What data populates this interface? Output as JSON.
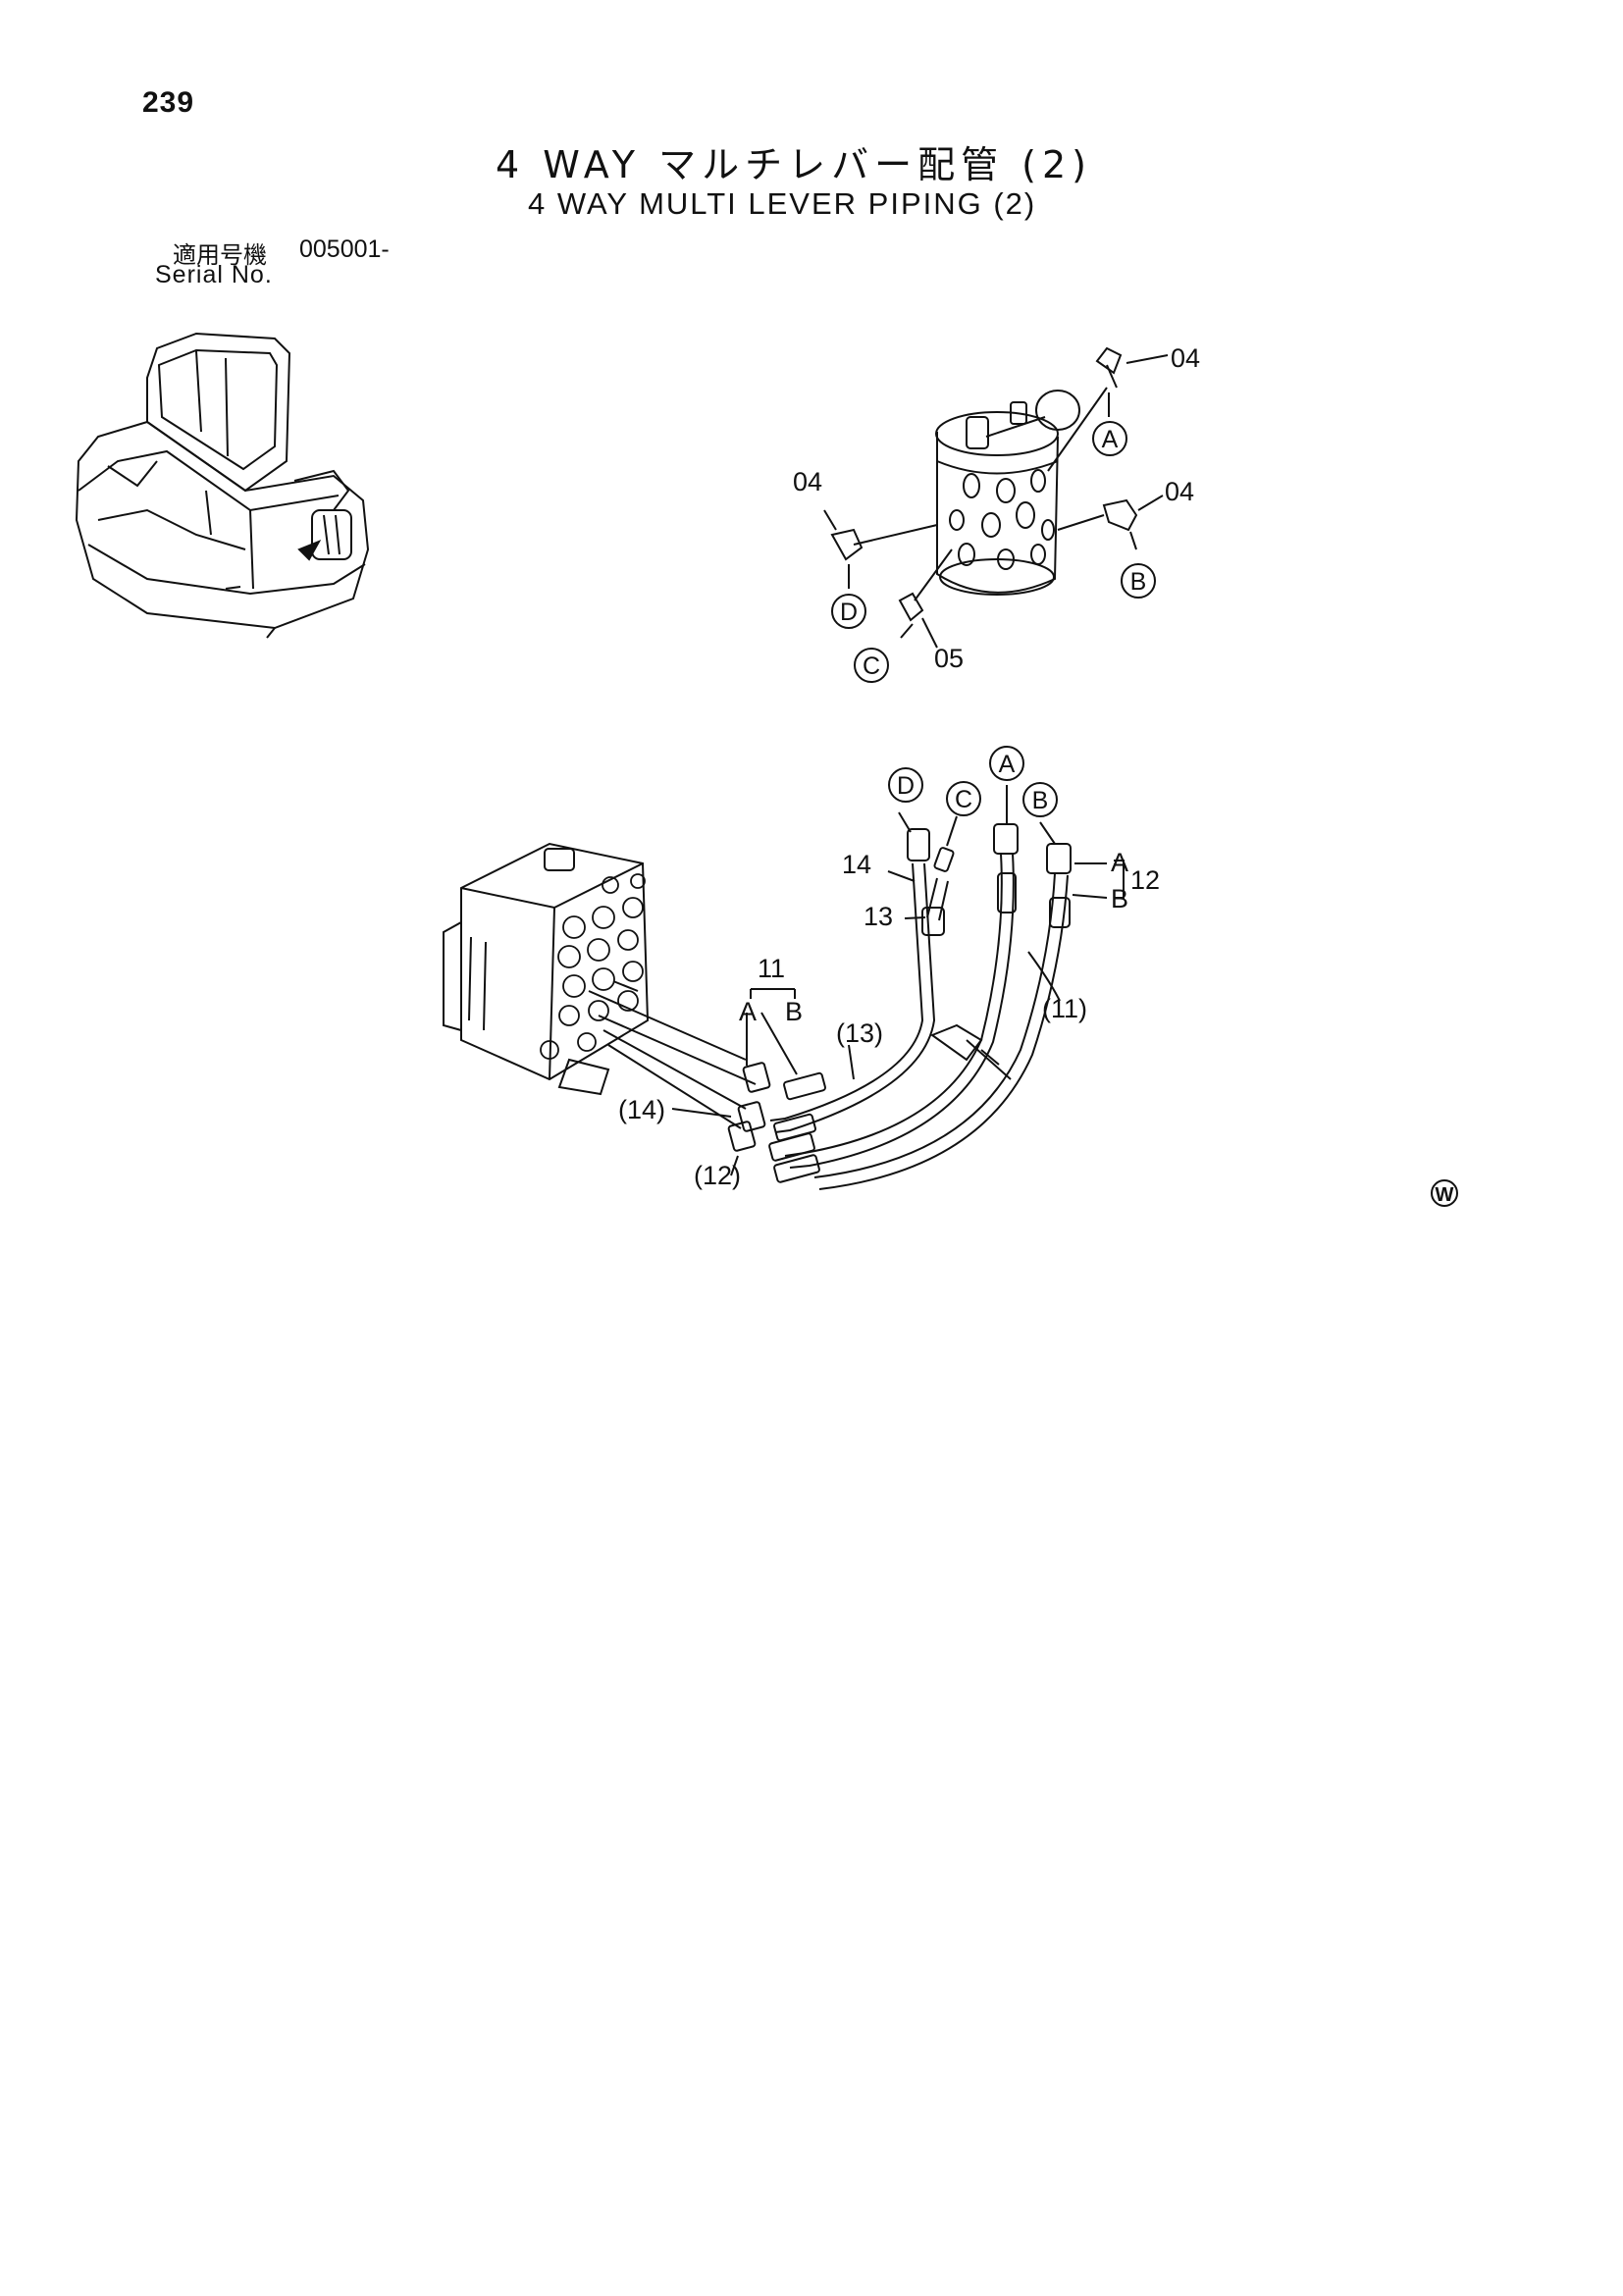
{
  "header": {
    "page_number": "239",
    "title_jp": "4 WAY マルチレバー配管 (2)",
    "title_en": "4 WAY MULTI LEVER PIPING (2)",
    "serial_label_jp": "適用号機",
    "serial_value": "005001-",
    "serial_label_en": "Serial No."
  },
  "diagram": {
    "valve_callouts": {
      "part_04_top": "04",
      "part_04_left": "04",
      "part_04_right": "04",
      "part_05": "05"
    },
    "valve_ports": {
      "a": "A",
      "b": "B",
      "c": "C",
      "d": "D"
    },
    "hose_ports": {
      "d": "D",
      "c": "C",
      "a": "A",
      "b": "B"
    },
    "hose_callouts": {
      "part_14": "14",
      "part_13": "13",
      "part_12": "12",
      "part_12_a": "A",
      "part_12_b": "B",
      "part_11": "11",
      "part_11_a": "A",
      "part_11_b": "B",
      "part_13_paren": "(13)",
      "part_11_paren": "(11)",
      "part_14_paren": "(14)",
      "part_12_paren": "(12)"
    },
    "corner_mark": "W"
  }
}
